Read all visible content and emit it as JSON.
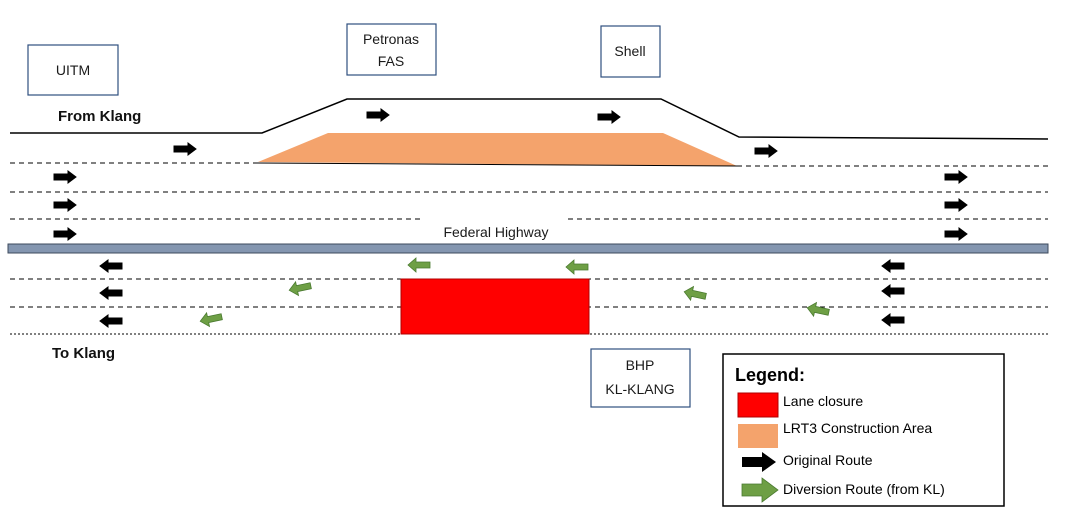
{
  "labels": {
    "from_direction": "From Klang",
    "to_direction": "To Klang",
    "highway": "Federal Highway"
  },
  "landmarks": {
    "uitm": [
      "UITM"
    ],
    "petronas": [
      "Petronas",
      "FAS"
    ],
    "shell": [
      "Shell"
    ],
    "bhp": [
      "BHP",
      "KL-KLANG"
    ]
  },
  "legend": {
    "title": "Legend:",
    "items": [
      {
        "label": "Lane closure",
        "color": "#ff0000",
        "symbol": "rect"
      },
      {
        "label": "LRT3 Construction Area",
        "color": "#f4a36c",
        "symbol": "rect"
      },
      {
        "label": "Original Route",
        "color": "#000000",
        "symbol": "arrow-right"
      },
      {
        "label": "Diversion Route (from KL)",
        "color": "#6e9f45",
        "symbol": "arrow-right-green"
      }
    ]
  },
  "colors": {
    "lane_closure": "#ff0000",
    "construction": "#f4a36c",
    "median": "#8496b0",
    "original_route": "#000000",
    "diversion_route": "#6e9f45"
  }
}
